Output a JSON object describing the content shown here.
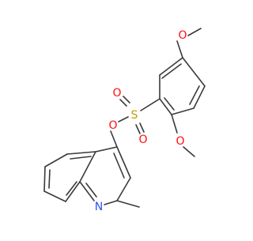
{
  "molecule": {
    "atom_labels": {
      "o_methoxy_top": "O",
      "o_methoxy_bottom": "O",
      "sulfur": "S",
      "o_sulfonyl_left": "O",
      "o_sulfonyl_bottom": "O",
      "o_ester": "O",
      "nitrogen": "N"
    },
    "colors": {
      "bond": "#3a3a3a",
      "oxygen": "#ff0d0d",
      "sulfur": "#b8a400",
      "nitrogen": "#3050f8"
    }
  }
}
